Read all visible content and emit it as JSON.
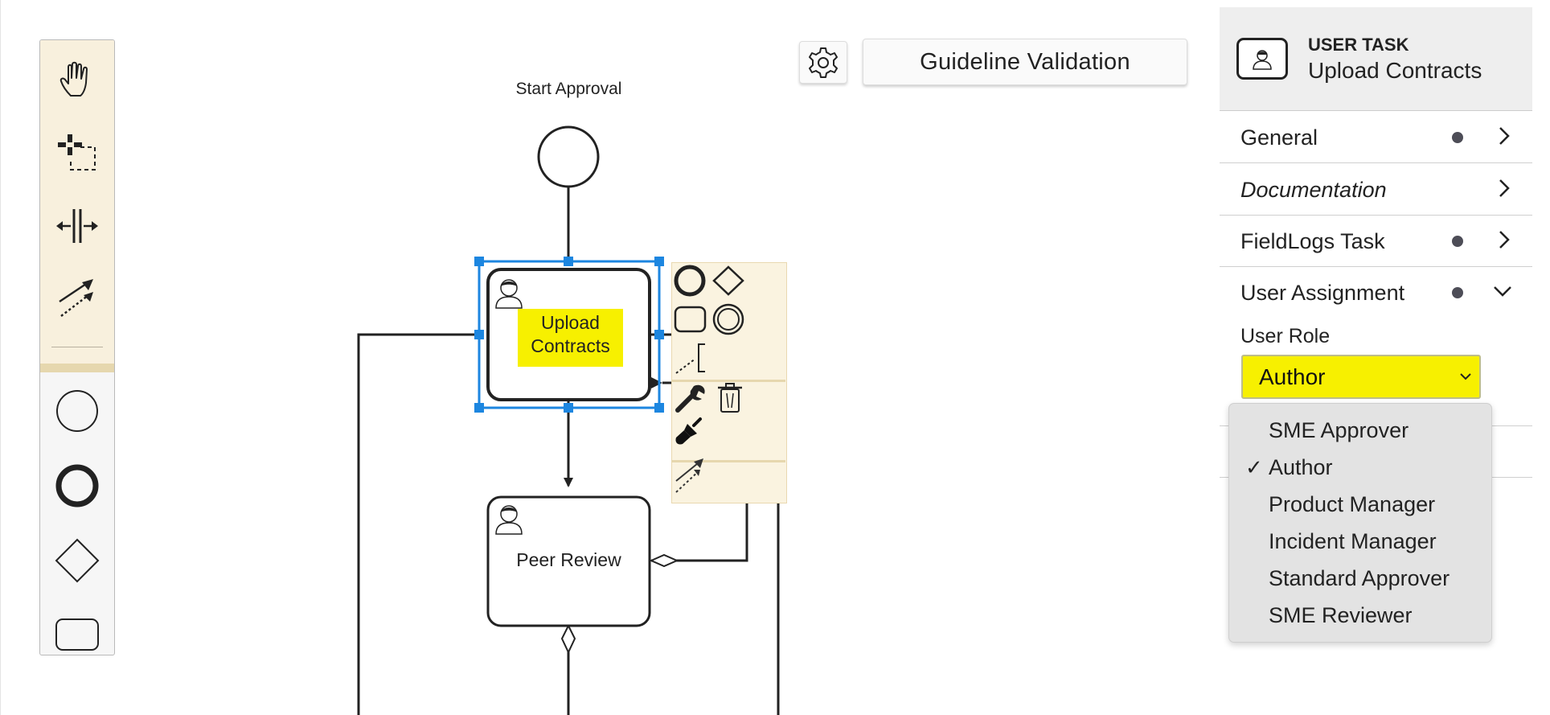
{
  "toolbar": {
    "settings_icon": "gear-icon",
    "guideline_button": "Guideline Validation"
  },
  "palette": {
    "tools": [
      "hand-tool-icon",
      "lasso-tool-icon",
      "space-tool-icon",
      "global-connect-icon"
    ],
    "shapes": [
      "start-event-icon",
      "end-event-icon",
      "gateway-icon",
      "task-icon"
    ]
  },
  "diagram": {
    "start_event_label": "Start Approval",
    "selected_task_label": "Upload\nContracts",
    "selected_task_line1": "Upload",
    "selected_task_line2": "Contracts",
    "second_task_label": "Peer Review",
    "highlight_color": "#f7f000",
    "selection_color": "#1c86e0"
  },
  "context_pad": {
    "items": [
      "end-event-icon",
      "gateway-icon",
      "task-icon",
      "intermediate-event-icon",
      "annotation-icon",
      "wrench-icon",
      "trash-icon",
      "color-brush-icon",
      "connect-icon"
    ]
  },
  "panel": {
    "header_type": "USER TASK",
    "header_name": "Upload Contracts",
    "groups": [
      {
        "label": "General",
        "has_dot": true,
        "expanded": false
      },
      {
        "label": "Documentation",
        "has_dot": false,
        "expanded": false
      },
      {
        "label": "FieldLogs Task",
        "has_dot": true,
        "expanded": false
      },
      {
        "label": "User Assignment",
        "has_dot": true,
        "expanded": true
      }
    ],
    "user_role_label": "User Role",
    "user_role_value": "Author"
  },
  "dropdown": {
    "options": [
      {
        "label": "SME Approver",
        "checked": false
      },
      {
        "label": "Author",
        "checked": true
      },
      {
        "label": "Product Manager",
        "checked": false
      },
      {
        "label": "Incident Manager",
        "checked": false
      },
      {
        "label": "Standard Approver",
        "checked": false
      },
      {
        "label": "SME Reviewer",
        "checked": false
      }
    ],
    "check_mark": "✓"
  }
}
